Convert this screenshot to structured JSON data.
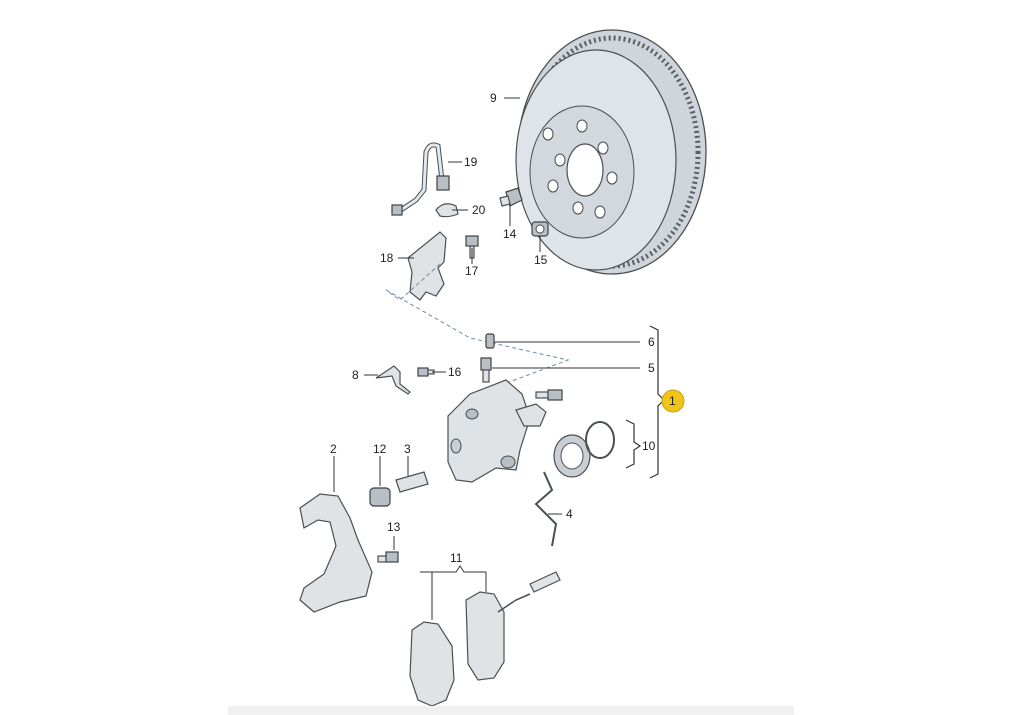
{
  "labels": {
    "p1": "1",
    "p2": "2",
    "p3": "3",
    "p4": "4",
    "p5": "5",
    "p6": "6",
    "p8": "8",
    "p9": "9",
    "p10": "10",
    "p11": "11",
    "p12": "12",
    "p13": "13",
    "p14": "14",
    "p15": "15",
    "p16": "16",
    "p17": "17",
    "p18": "18",
    "p19": "19",
    "p20": "20"
  },
  "colors": {
    "highlight": "#f0c419",
    "part_fill": "#dfe3e6",
    "outline": "#4a4f54"
  }
}
